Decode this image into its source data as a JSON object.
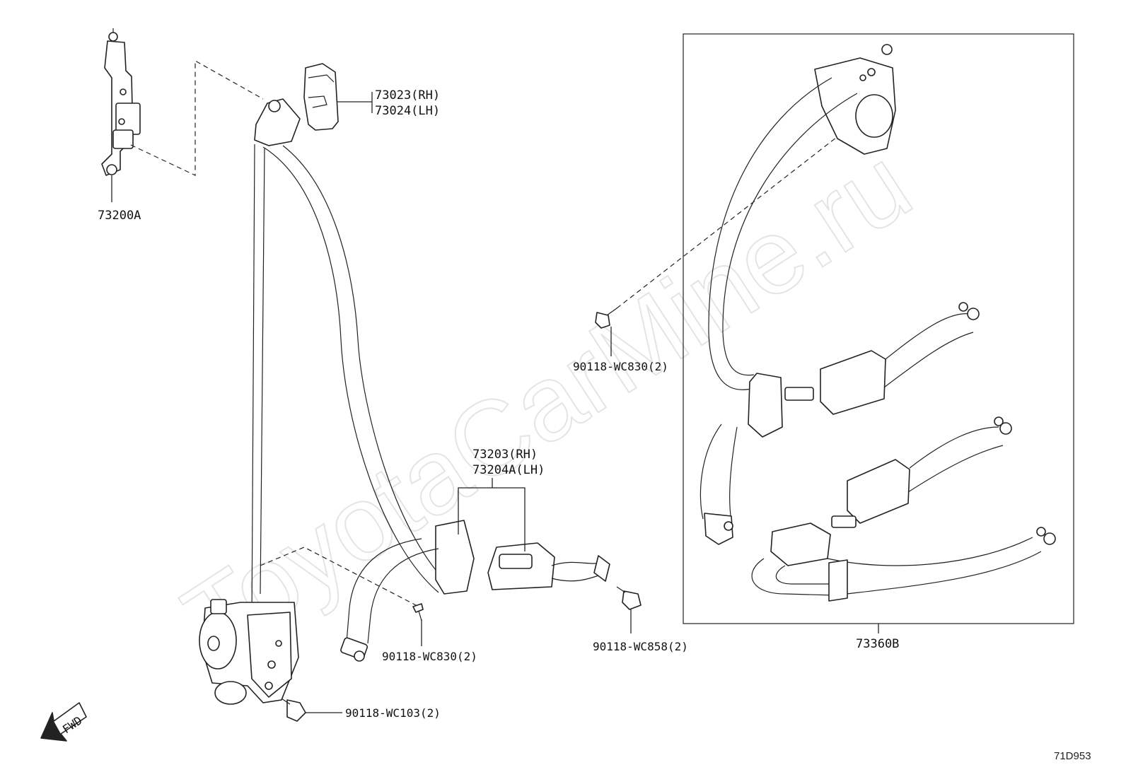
{
  "watermark": "ToyotaCarMine.ru",
  "direction_label": "FWD",
  "diagram_code": "71D953",
  "part_labels": {
    "p73200A": "73200A",
    "p73023": "73023(RH)",
    "p73024": "73024(LH)",
    "p73203": "73203(RH)",
    "p73204A": "73204A(LH)",
    "p90118_wc830_center": "90118-WC830(2)",
    "p90118_wc103": "90118-WC103(2)",
    "p90118_wc858": "90118-WC858(2)",
    "p90118_wc830_right": "90118-WC830(2)",
    "p73360B": "73360B"
  },
  "colors": {
    "line": "#222222",
    "watermark": "#e4e4e4",
    "background": "#ffffff"
  }
}
